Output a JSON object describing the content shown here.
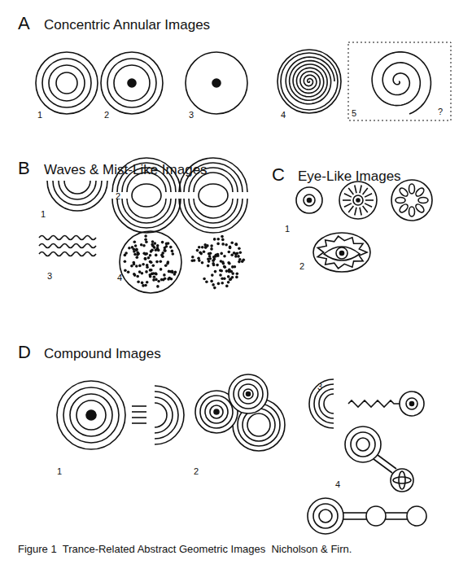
{
  "diagram": {
    "caption": "Figure 1  Trance-Related Abstract Geometric Images  Nicholson & Firn.",
    "labels": [
      "A",
      "Concentric Annular Images",
      "1",
      "2",
      "3",
      "4",
      "5",
      "?",
      "B",
      "Waves & Mist-Like Images",
      "1",
      "2",
      "3",
      "4",
      "C",
      "Eye-Like Images",
      "1",
      "2",
      "D",
      "Compound  Images",
      "1",
      "2",
      "3",
      "4"
    ]
  }
}
